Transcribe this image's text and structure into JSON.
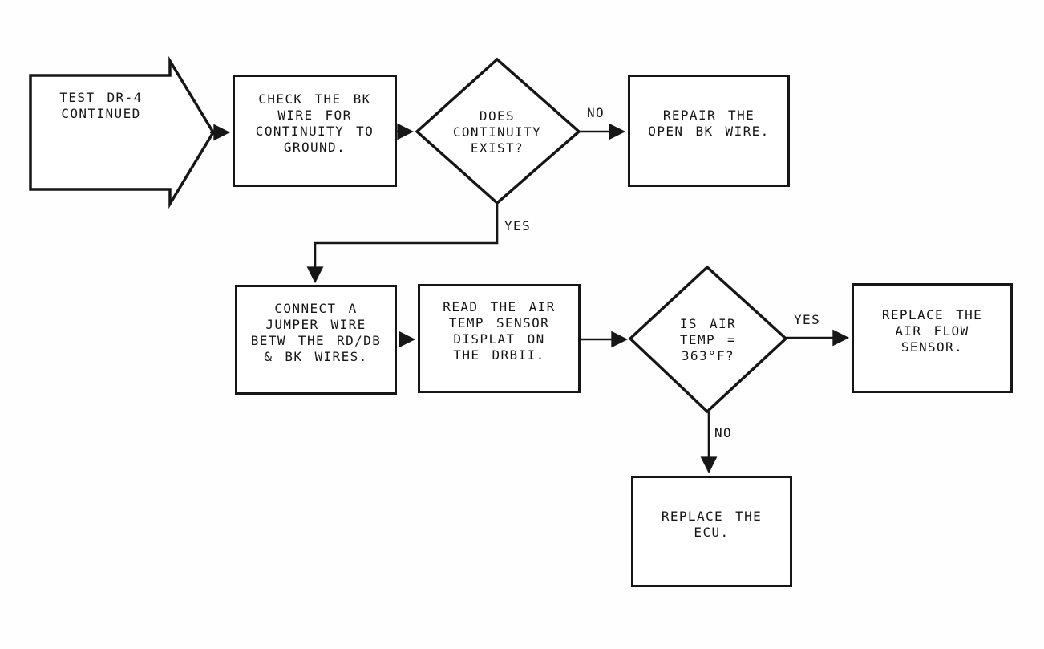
{
  "flow": {
    "nodes": {
      "start": {
        "shape": "off-page-arrow",
        "label": "TEST DR-4\nCONTINUED"
      },
      "check_bk_wire": {
        "shape": "process",
        "label": "CHECK THE BK\nWIRE FOR\nCONTINUITY TO\nGROUND."
      },
      "continuity_decision": {
        "shape": "decision",
        "label": "DOES\nCONTINUITY\nEXIST?"
      },
      "repair_bk_wire": {
        "shape": "process",
        "label": "REPAIR THE\nOPEN BK WIRE."
      },
      "connect_jumper": {
        "shape": "process",
        "label": "CONNECT A\nJUMPER WIRE\nBETW THE RD/DB\n& BK WIRES."
      },
      "read_air_temp": {
        "shape": "process",
        "label": "READ THE AIR\nTEMP SENSOR\nDISPLAT ON\nTHE DRBII."
      },
      "air_temp_decision": {
        "shape": "decision",
        "label": "IS AIR\nTEMP =\n363°F?"
      },
      "replace_air_flow": {
        "shape": "process",
        "label": "REPLACE THE\nAIR FLOW\nSENSOR."
      },
      "replace_ecu": {
        "shape": "process",
        "label": "REPLACE THE\nECU."
      }
    },
    "edge_labels": {
      "continuity_no": "NO",
      "continuity_yes": "YES",
      "air_temp_yes": "YES",
      "air_temp_no": "NO"
    },
    "edges": [
      {
        "from": "start",
        "to": "check_bk_wire",
        "label": ""
      },
      {
        "from": "check_bk_wire",
        "to": "continuity_decision",
        "label": ""
      },
      {
        "from": "continuity_decision",
        "to": "repair_bk_wire",
        "label": "NO"
      },
      {
        "from": "continuity_decision",
        "to": "connect_jumper",
        "label": "YES"
      },
      {
        "from": "connect_jumper",
        "to": "read_air_temp",
        "label": ""
      },
      {
        "from": "read_air_temp",
        "to": "air_temp_decision",
        "label": ""
      },
      {
        "from": "air_temp_decision",
        "to": "replace_air_flow",
        "label": "YES"
      },
      {
        "from": "air_temp_decision",
        "to": "replace_ecu",
        "label": "NO"
      }
    ],
    "colors": {
      "ink": "#161616",
      "background": "#ffffff"
    }
  }
}
